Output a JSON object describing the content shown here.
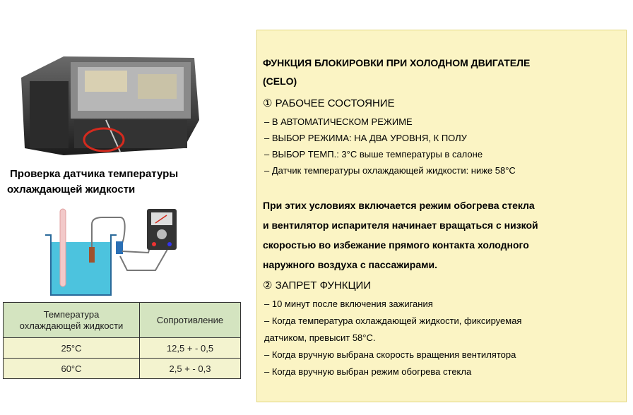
{
  "photo_caption": {
    "line1": "Проверка датчика температуры",
    "line2": "охлаждающей жидкости"
  },
  "table": {
    "headers": {
      "col1_line1": "Температура",
      "col1_line2": "охлаждающей жидкости",
      "col2": "Сопротивление"
    },
    "rows": [
      {
        "temp": "25°С",
        "resistance": "12,5 + - 0,5"
      },
      {
        "temp": "60°С",
        "resistance": "2,5 + - 0,3"
      }
    ]
  },
  "panel": {
    "title_line1": "ФУНКЦИЯ БЛОКИРОВКИ ПРИ ХОЛОДНОМ ДВИГАТЕЛЕ",
    "title_line2": "(CELO)",
    "section1": "① РАБОЧЕЕ СОСТОЯНИЕ",
    "conditions": [
      "– В АВТОМАТИЧЕСКОМ РЕЖИМЕ",
      "– ВЫБОР РЕЖИМА: НА ДВА УРОВНЯ, К ПОЛУ",
      "– ВЫБОР ТЕМП.: 3°С выше температуры в салоне",
      "– Датчик температуры охлаждающей жидкости: ниже 58°С"
    ],
    "para": [
      "При этих условиях включается режим обогрева стекла",
      "и вентилятор испарителя начинает вращаться с низкой",
      "скоростью во избежание прямого контакта холодного",
      "наружного воздуха с пассажирами."
    ],
    "section2": "② ЗАПРЕТ ФУНКЦИИ",
    "prohibitions": [
      "– 10 минут после включения зажигания",
      "– Когда температура охлаждающей жидкости, фиксируемая",
      "датчиком, превысит 58°С.",
      "– Когда вручную выбрана скорость вращения вентилятора",
      "– Когда вручную выбран режим обогрева стекла"
    ]
  },
  "colors": {
    "panel_bg": "#fbf4c4",
    "table_header_bg": "#d4e4c0",
    "table_body_bg": "#f3f3cf",
    "highlight_circle": "#d42a1e",
    "water": "#4cc3de"
  }
}
